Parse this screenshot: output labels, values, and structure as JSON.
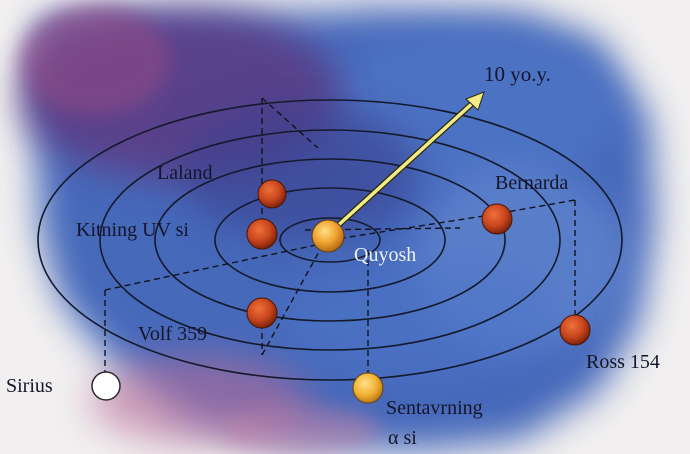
{
  "scale": {
    "label": "10 yo.y."
  },
  "sun": {
    "label": "Quyosh",
    "color": "#f0a430"
  },
  "stars": [
    {
      "id": "laland",
      "label": "Laland",
      "color": "#c7451c"
    },
    {
      "id": "kitning",
      "label": "Kitning UV si",
      "color": "#c7451c"
    },
    {
      "id": "volf",
      "label": "Volf 359",
      "color": "#c7451c"
    },
    {
      "id": "bernarda",
      "label": "Bernarda",
      "color": "#c7451c"
    },
    {
      "id": "ross",
      "label": "Ross 154",
      "color": "#c7451c"
    },
    {
      "id": "sirius",
      "label": "Sirius",
      "color": "#ffffff"
    },
    {
      "id": "sentavr",
      "label": "Sentavrning",
      "label2": "α si",
      "color": "#f2b233"
    }
  ],
  "colors": {
    "nebula_blue": "#3c62b8",
    "nebula_purple": "#5b3d86",
    "orbit": "#141a2c",
    "arrow": "#f4ea86"
  }
}
